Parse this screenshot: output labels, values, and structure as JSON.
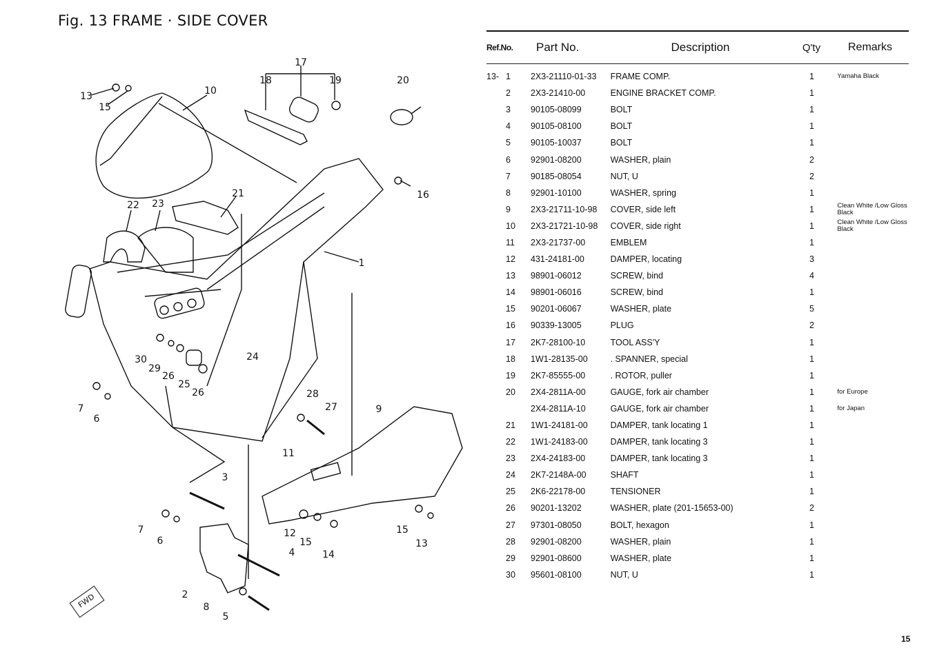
{
  "figure": {
    "title": "Fig. 13  FRAME · SIDE COVER",
    "direction_marker": "FWD",
    "callouts": [
      "17",
      "18",
      "19",
      "20",
      "13",
      "15",
      "10",
      "16",
      "21",
      "22",
      "23",
      "1",
      "30",
      "29",
      "26",
      "25",
      "26",
      "24",
      "7",
      "6",
      "28",
      "27",
      "9",
      "11",
      "3",
      "7",
      "6",
      "12",
      "15",
      "14",
      "15",
      "13",
      "4",
      "2",
      "8",
      "5"
    ]
  },
  "table": {
    "headers": {
      "ref": "Ref.No.",
      "part": "Part No.",
      "desc": "Description",
      "qty": "Q'ty",
      "remarks": "Remarks"
    },
    "rows": [
      {
        "prefix": "13-",
        "ref": "1",
        "part": "2X3-21110-01-33",
        "desc": "FRAME COMP.",
        "qty": "1",
        "remarks": "Yamaha Black"
      },
      {
        "prefix": "",
        "ref": "2",
        "part": "2X3-21410-00",
        "desc": "ENGINE BRACKET COMP.",
        "qty": "1",
        "remarks": ""
      },
      {
        "prefix": "",
        "ref": "3",
        "part": "90105-08099",
        "desc": "BOLT",
        "qty": "1",
        "remarks": ""
      },
      {
        "prefix": "",
        "ref": "4",
        "part": "90105-08100",
        "desc": "BOLT",
        "qty": "1",
        "remarks": ""
      },
      {
        "prefix": "",
        "ref": "5",
        "part": "90105-10037",
        "desc": "BOLT",
        "qty": "1",
        "remarks": ""
      },
      {
        "prefix": "",
        "ref": "6",
        "part": "92901-08200",
        "desc": "WASHER, plain",
        "qty": "2",
        "remarks": ""
      },
      {
        "prefix": "",
        "ref": "7",
        "part": "90185-08054",
        "desc": "NUT, U",
        "qty": "2",
        "remarks": ""
      },
      {
        "prefix": "",
        "ref": "8",
        "part": "92901-10100",
        "desc": "WASHER, spring",
        "qty": "1",
        "remarks": ""
      },
      {
        "prefix": "",
        "ref": "9",
        "part": "2X3-21711-10-98",
        "desc": "COVER, side left",
        "qty": "1",
        "remarks": "Clean White /Low Gloss Black"
      },
      {
        "prefix": "",
        "ref": "10",
        "part": "2X3-21721-10-98",
        "desc": "COVER, side right",
        "qty": "1",
        "remarks": "Clean White /Low Gloss Black"
      },
      {
        "prefix": "",
        "ref": "11",
        "part": "2X3-21737-00",
        "desc": "EMBLEM",
        "qty": "1",
        "remarks": ""
      },
      {
        "prefix": "",
        "ref": "12",
        "part": "431-24181-00",
        "desc": "DAMPER, locating",
        "qty": "3",
        "remarks": ""
      },
      {
        "prefix": "",
        "ref": "13",
        "part": "98901-06012",
        "desc": "SCREW, bind",
        "qty": "4",
        "remarks": ""
      },
      {
        "prefix": "",
        "ref": "14",
        "part": "98901-06016",
        "desc": "SCREW, bind",
        "qty": "1",
        "remarks": ""
      },
      {
        "prefix": "",
        "ref": "15",
        "part": "90201-06067",
        "desc": "WASHER, plate",
        "qty": "5",
        "remarks": ""
      },
      {
        "prefix": "",
        "ref": "16",
        "part": "90339-13005",
        "desc": "PLUG",
        "qty": "2",
        "remarks": ""
      },
      {
        "prefix": "",
        "ref": "17",
        "part": "2K7-28100-10",
        "desc": "TOOL ASS'Y",
        "qty": "1",
        "remarks": ""
      },
      {
        "prefix": "",
        "ref": "18",
        "part": "1W1-28135-00",
        "desc": ". SPANNER, special",
        "qty": "1",
        "remarks": ""
      },
      {
        "prefix": "",
        "ref": "19",
        "part": "2K7-85555-00",
        "desc": ". ROTOR, puller",
        "qty": "1",
        "remarks": ""
      },
      {
        "prefix": "",
        "ref": "20",
        "part": "2X4-2811A-00",
        "desc": "GAUGE, fork air chamber",
        "qty": "1",
        "remarks": "for Europe"
      },
      {
        "prefix": "",
        "ref": "",
        "part": "2X4-2811A-10",
        "desc": "GAUGE, fork air chamber",
        "qty": "1",
        "remarks": "for Japan"
      },
      {
        "prefix": "",
        "ref": "21",
        "part": "1W1-24181-00",
        "desc": "DAMPER, tank locating 1",
        "qty": "1",
        "remarks": ""
      },
      {
        "prefix": "",
        "ref": "22",
        "part": "1W1-24183-00",
        "desc": "DAMPER, tank locating 3",
        "qty": "1",
        "remarks": ""
      },
      {
        "prefix": "",
        "ref": "23",
        "part": "2X4-24183-00",
        "desc": "DAMPER, tank locating 3",
        "qty": "1",
        "remarks": ""
      },
      {
        "prefix": "",
        "ref": "24",
        "part": "2K7-2148A-00",
        "desc": "SHAFT",
        "qty": "1",
        "remarks": ""
      },
      {
        "prefix": "",
        "ref": "25",
        "part": "2K6-22178-00",
        "desc": "TENSIONER",
        "qty": "1",
        "remarks": ""
      },
      {
        "prefix": "",
        "ref": "26",
        "part": "90201-13202",
        "desc": "WASHER, plate (201-15653-00)",
        "qty": "2",
        "remarks": ""
      },
      {
        "prefix": "",
        "ref": "27",
        "part": "97301-08050",
        "desc": "BOLT, hexagon",
        "qty": "1",
        "remarks": ""
      },
      {
        "prefix": "",
        "ref": "28",
        "part": "92901-08200",
        "desc": "WASHER, plain",
        "qty": "1",
        "remarks": ""
      },
      {
        "prefix": "",
        "ref": "29",
        "part": "92901-08600",
        "desc": "WASHER, plate",
        "qty": "1",
        "remarks": ""
      },
      {
        "prefix": "",
        "ref": "30",
        "part": "95601-08100",
        "desc": "NUT, U",
        "qty": "1",
        "remarks": ""
      }
    ]
  },
  "page_number": "15"
}
